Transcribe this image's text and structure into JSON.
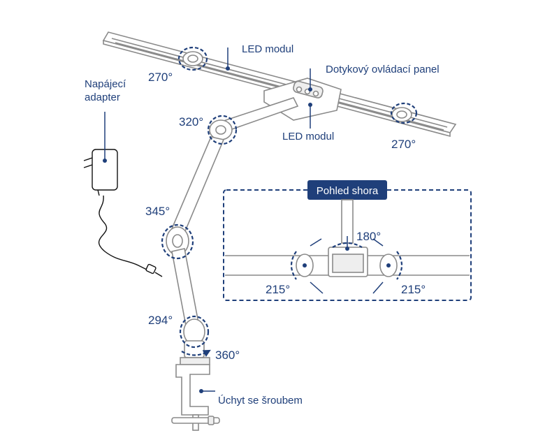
{
  "labels": {
    "led_module_top": "LED modul",
    "control_panel": "Dotykový ovládací panel",
    "led_module_bottom": "LED modul",
    "power_adapter_line1": "Napájecí",
    "power_adapter_line2": "adapter",
    "clamp": "Úchyt se šroubem",
    "top_view": "Pohled shora"
  },
  "angles": {
    "left_head": "270°",
    "right_head": "270°",
    "upper_joint": "320°",
    "elbow": "345°",
    "base_joint": "294°",
    "base_swivel": "360°",
    "top_view_center": "180°",
    "top_view_left": "215°",
    "top_view_right": "215°"
  },
  "colors": {
    "accent": "#1f3f7a",
    "outline": "#8a8a8a"
  }
}
